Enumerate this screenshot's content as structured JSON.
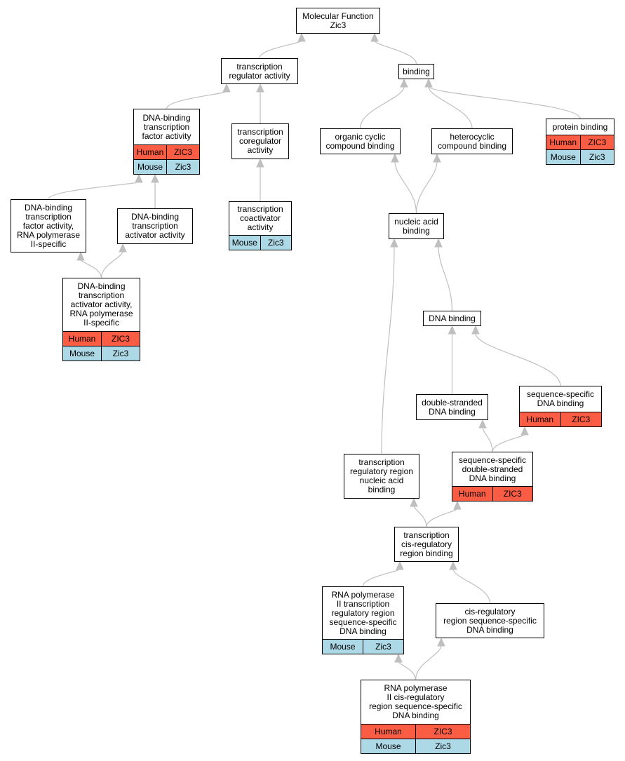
{
  "colors": {
    "human": "#fa5d43",
    "mouse": "#add8e6",
    "edge": "#bfbfbf"
  },
  "nodes": {
    "molecular_function": {
      "lines": [
        "Molecular Function",
        "Zic3"
      ]
    },
    "transcription_regulator_activity": {
      "lines": [
        "transcription",
        "regulator activity"
      ]
    },
    "binding": {
      "lines": [
        "binding"
      ]
    },
    "dna_binding_tf_activity": {
      "lines": [
        "DNA-binding",
        "transcription",
        "factor activity"
      ],
      "human": [
        "Human",
        "ZIC3"
      ],
      "mouse": [
        "Mouse",
        "Zic3"
      ]
    },
    "transcription_coregulator_activity": {
      "lines": [
        "transcription",
        "coregulator",
        "activity"
      ]
    },
    "protein_binding": {
      "lines": [
        "protein binding"
      ],
      "human": [
        "Human",
        "ZIC3"
      ],
      "mouse": [
        "Mouse",
        "Zic3"
      ]
    },
    "organic_cyclic_compound_binding": {
      "lines": [
        "organic cyclic",
        "compound binding"
      ]
    },
    "heterocyclic_compound_binding": {
      "lines": [
        "heterocyclic",
        "compound binding"
      ]
    },
    "dna_binding_tf_activity_rnap2": {
      "lines": [
        "DNA-binding",
        "transcription",
        "factor activity,",
        "RNA polymerase",
        "II-specific"
      ]
    },
    "dna_binding_ta_activity": {
      "lines": [
        "DNA-binding",
        "transcription",
        "activator activity"
      ]
    },
    "transcription_coactivator_activity": {
      "lines": [
        "transcription",
        "coactivator",
        "activity"
      ],
      "mouse": [
        "Mouse",
        "Zic3"
      ]
    },
    "nucleic_acid_binding": {
      "lines": [
        "nucleic acid",
        "binding"
      ]
    },
    "dna_binding_ta_activity_rnap2": {
      "lines": [
        "DNA-binding",
        "transcription",
        "activator activity,",
        "RNA polymerase",
        "II-specific"
      ],
      "human": [
        "Human",
        "ZIC3"
      ],
      "mouse": [
        "Mouse",
        "Zic3"
      ]
    },
    "dna_binding": {
      "lines": [
        "DNA binding"
      ]
    },
    "sequence_specific_dna_binding": {
      "lines": [
        "sequence-specific",
        "DNA binding"
      ],
      "human": [
        "Human",
        "ZIC3"
      ]
    },
    "double_stranded_dna_binding": {
      "lines": [
        "double-stranded",
        "DNA binding"
      ]
    },
    "sequence_specific_ds_dna_binding": {
      "lines": [
        "sequence-specific",
        "double-stranded",
        "DNA binding"
      ],
      "human": [
        "Human",
        "ZIC3"
      ]
    },
    "transcription_regulatory_region_nab": {
      "lines": [
        "transcription",
        "regulatory region",
        "nucleic acid",
        "binding"
      ]
    },
    "transcription_cis_regulatory_region_binding": {
      "lines": [
        "transcription",
        "cis-regulatory",
        "region binding"
      ]
    },
    "rnap2_transcription_regulatory_region_ssdb": {
      "lines": [
        "RNA polymerase",
        "II transcription",
        "regulatory region",
        "sequence-specific",
        "DNA binding"
      ],
      "mouse": [
        "Mouse",
        "Zic3"
      ]
    },
    "cis_regulatory_region_ssdb": {
      "lines": [
        "cis-regulatory",
        "region sequence-specific",
        "DNA binding"
      ]
    },
    "rnap2_cis_regulatory_region_ssdb": {
      "lines": [
        "RNA polymerase",
        "II cis-regulatory",
        "region sequence-specific",
        "DNA binding"
      ],
      "human": [
        "Human",
        "ZIC3"
      ],
      "mouse": [
        "Mouse",
        "Zic3"
      ]
    }
  },
  "edges": [
    {
      "from": "transcription_regulator_activity",
      "to": "molecular_function"
    },
    {
      "from": "binding",
      "to": "molecular_function"
    },
    {
      "from": "dna_binding_tf_activity",
      "to": "transcription_regulator_activity"
    },
    {
      "from": "transcription_coregulator_activity",
      "to": "transcription_regulator_activity"
    },
    {
      "from": "organic_cyclic_compound_binding",
      "to": "binding"
    },
    {
      "from": "heterocyclic_compound_binding",
      "to": "binding"
    },
    {
      "from": "protein_binding",
      "to": "binding"
    },
    {
      "from": "dna_binding_tf_activity_rnap2",
      "to": "dna_binding_tf_activity"
    },
    {
      "from": "dna_binding_ta_activity",
      "to": "dna_binding_tf_activity"
    },
    {
      "from": "transcription_coactivator_activity",
      "to": "transcription_coregulator_activity"
    },
    {
      "from": "nucleic_acid_binding",
      "to": "organic_cyclic_compound_binding"
    },
    {
      "from": "nucleic_acid_binding",
      "to": "heterocyclic_compound_binding"
    },
    {
      "from": "dna_binding_ta_activity_rnap2",
      "to": "dna_binding_tf_activity_rnap2"
    },
    {
      "from": "dna_binding_ta_activity_rnap2",
      "to": "dna_binding_ta_activity"
    },
    {
      "from": "dna_binding",
      "to": "nucleic_acid_binding"
    },
    {
      "from": "transcription_regulatory_region_nab",
      "to": "nucleic_acid_binding"
    },
    {
      "from": "double_stranded_dna_binding",
      "to": "dna_binding"
    },
    {
      "from": "sequence_specific_dna_binding",
      "to": "dna_binding"
    },
    {
      "from": "sequence_specific_ds_dna_binding",
      "to": "double_stranded_dna_binding"
    },
    {
      "from": "sequence_specific_ds_dna_binding",
      "to": "sequence_specific_dna_binding"
    },
    {
      "from": "transcription_cis_regulatory_region_binding",
      "to": "sequence_specific_ds_dna_binding"
    },
    {
      "from": "transcription_cis_regulatory_region_binding",
      "to": "transcription_regulatory_region_nab"
    },
    {
      "from": "rnap2_transcription_regulatory_region_ssdb",
      "to": "transcription_cis_regulatory_region_binding"
    },
    {
      "from": "cis_regulatory_region_ssdb",
      "to": "transcription_cis_regulatory_region_binding"
    },
    {
      "from": "rnap2_cis_regulatory_region_ssdb",
      "to": "rnap2_transcription_regulatory_region_ssdb"
    },
    {
      "from": "rnap2_cis_regulatory_region_ssdb",
      "to": "cis_regulatory_region_ssdb"
    }
  ]
}
